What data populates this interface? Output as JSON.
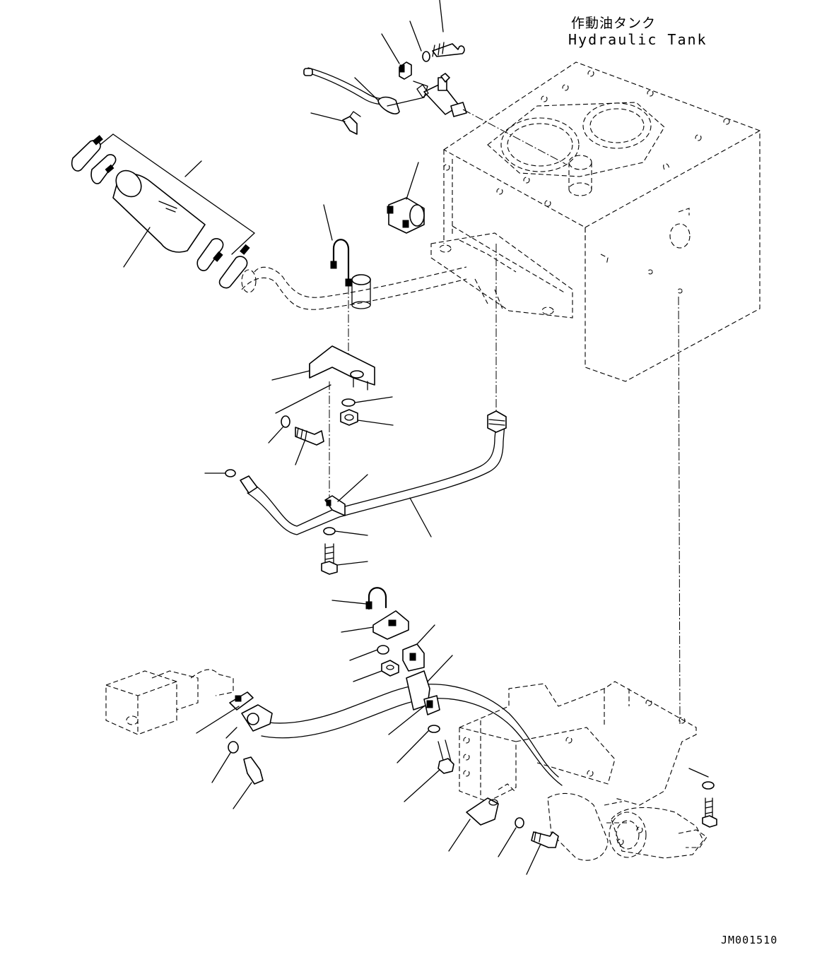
{
  "labels": {
    "tank_ja": "作動油タンク",
    "tank_en": "Hydraulic Tank",
    "drawing_code": "JM001510"
  }
}
